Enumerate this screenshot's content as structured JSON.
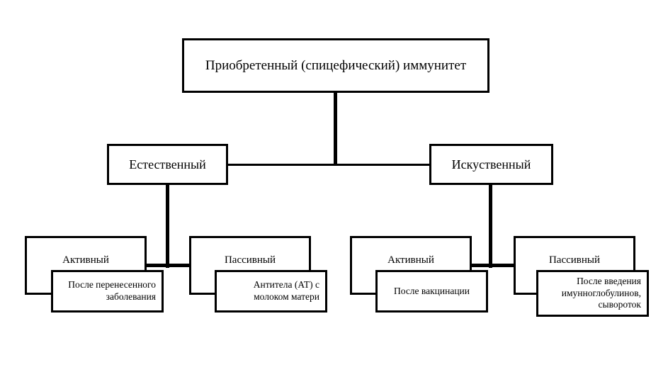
{
  "diagram": {
    "title_box": {
      "label": "Приобретенный  (спицефический) иммунитет"
    },
    "level2": [
      {
        "id": "natural",
        "label": "Естественный"
      },
      {
        "id": "artificial",
        "label": "Искуственный"
      }
    ],
    "level3": [
      {
        "id": "natural-active",
        "label": "Активный"
      },
      {
        "id": "natural-passive",
        "label": "Пассивный"
      },
      {
        "id": "artificial-active",
        "label": "Активный"
      },
      {
        "id": "artificial-passive",
        "label": "Пассивный"
      }
    ],
    "leaves": [
      {
        "id": "natural-active-detail",
        "label": "После перенесенного заболевания"
      },
      {
        "id": "natural-passive-detail",
        "label": "Антитела (АТ) с молоком матери"
      },
      {
        "id": "artificial-active-detail",
        "label": "После вакцинации"
      },
      {
        "id": "artificial-passive-detail",
        "label": "После введения имунноглобулинов, сывороток"
      }
    ],
    "colors": {
      "border": "#000000",
      "background": "#ffffff",
      "text": "#000000"
    }
  }
}
